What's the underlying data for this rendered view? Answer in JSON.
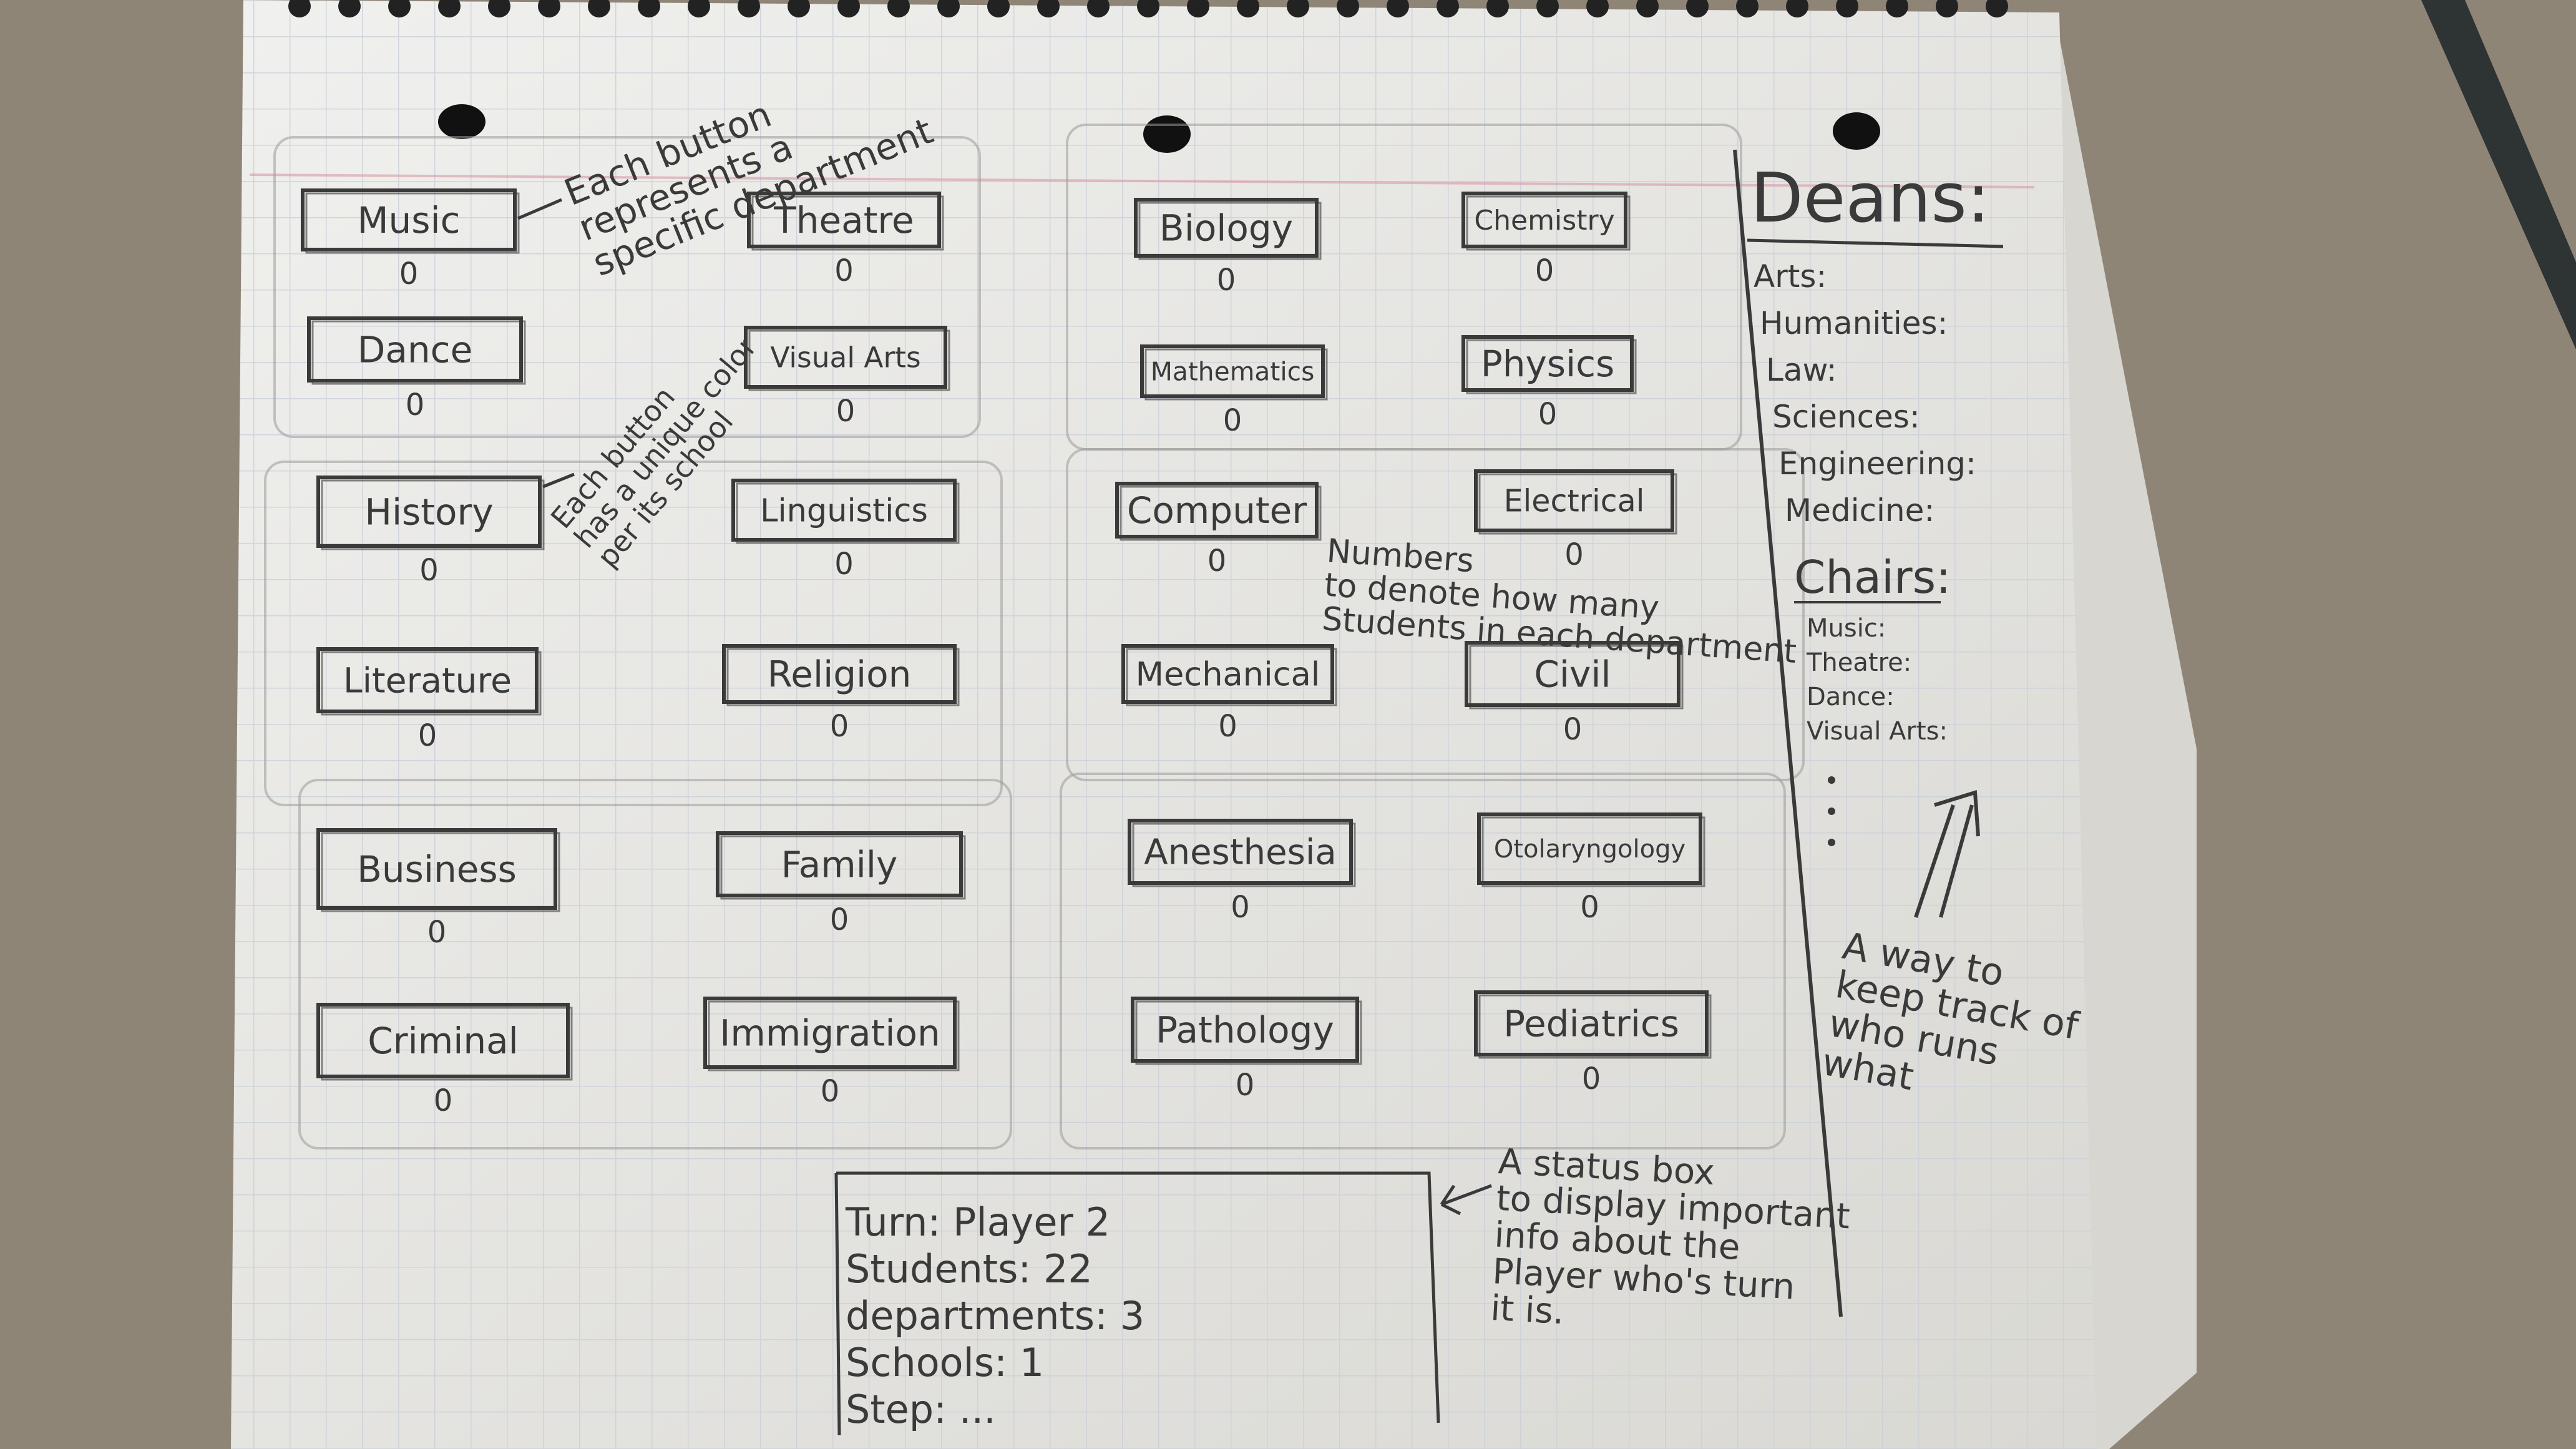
{
  "groups": [
    {
      "name": "arts",
      "departments": [
        {
          "label": "Music",
          "count": "0"
        },
        {
          "label": "Theatre",
          "count": "0"
        },
        {
          "label": "Dance",
          "count": "0"
        },
        {
          "label": "Visual Arts",
          "count": "0"
        }
      ]
    },
    {
      "name": "sciences",
      "departments": [
        {
          "label": "Biology",
          "count": "0"
        },
        {
          "label": "Chemistry",
          "count": "0"
        },
        {
          "label": "Mathematics",
          "count": "0"
        },
        {
          "label": "Physics",
          "count": "0"
        }
      ]
    },
    {
      "name": "humanities",
      "departments": [
        {
          "label": "History",
          "count": "0"
        },
        {
          "label": "Linguistics",
          "count": "0"
        },
        {
          "label": "Literature",
          "count": "0"
        },
        {
          "label": "Religion",
          "count": "0"
        }
      ]
    },
    {
      "name": "engineering",
      "departments": [
        {
          "label": "Computer",
          "count": "0"
        },
        {
          "label": "Electrical",
          "count": "0"
        },
        {
          "label": "Mechanical",
          "count": "0"
        },
        {
          "label": "Civil",
          "count": "0"
        }
      ]
    },
    {
      "name": "law",
      "departments": [
        {
          "label": "Business",
          "count": "0"
        },
        {
          "label": "Family",
          "count": "0"
        },
        {
          "label": "Criminal",
          "count": "0"
        },
        {
          "label": "Immigration",
          "count": "0"
        }
      ]
    },
    {
      "name": "medicine",
      "departments": [
        {
          "label": "Anesthesia",
          "count": "0"
        },
        {
          "label": "Otolaryngology",
          "count": "0"
        },
        {
          "label": "Pathology",
          "count": "0"
        },
        {
          "label": "Pediatrics",
          "count": "0"
        }
      ]
    }
  ],
  "annotations": {
    "each_button_dept": [
      "Each button",
      "represents a",
      "specific department"
    ],
    "each_button_color": [
      "Each button",
      "has a unique color",
      "per its school"
    ],
    "numbers": [
      "Numbers",
      "to denote how many",
      "Students in each department"
    ],
    "status_note": [
      "A status box",
      "to display important",
      "info about the",
      "Player who's turn",
      "it is."
    ],
    "track_note": [
      "A way to",
      "keep track of",
      "who runs",
      "what"
    ]
  },
  "deans": {
    "title": "Deans:",
    "items": [
      "Arts:",
      "Humanities:",
      "Law:",
      "Sciences:",
      "Engineering:",
      "Medicine:"
    ]
  },
  "chairs": {
    "title": "Chairs:",
    "items": [
      "Music:",
      "Theatre:",
      "Dance:",
      "Visual Arts:"
    ]
  },
  "status": {
    "lines": [
      "Turn: Player 2",
      "Students: 22",
      "departments: 3",
      "Schools: 1",
      "Step: ..."
    ]
  },
  "colors": {
    "desk": "#8f8577",
    "paper": "#e6e6e4",
    "ink": "#3a3a3a",
    "grid": "#c9cfd8",
    "margin": "#d79aa6"
  }
}
